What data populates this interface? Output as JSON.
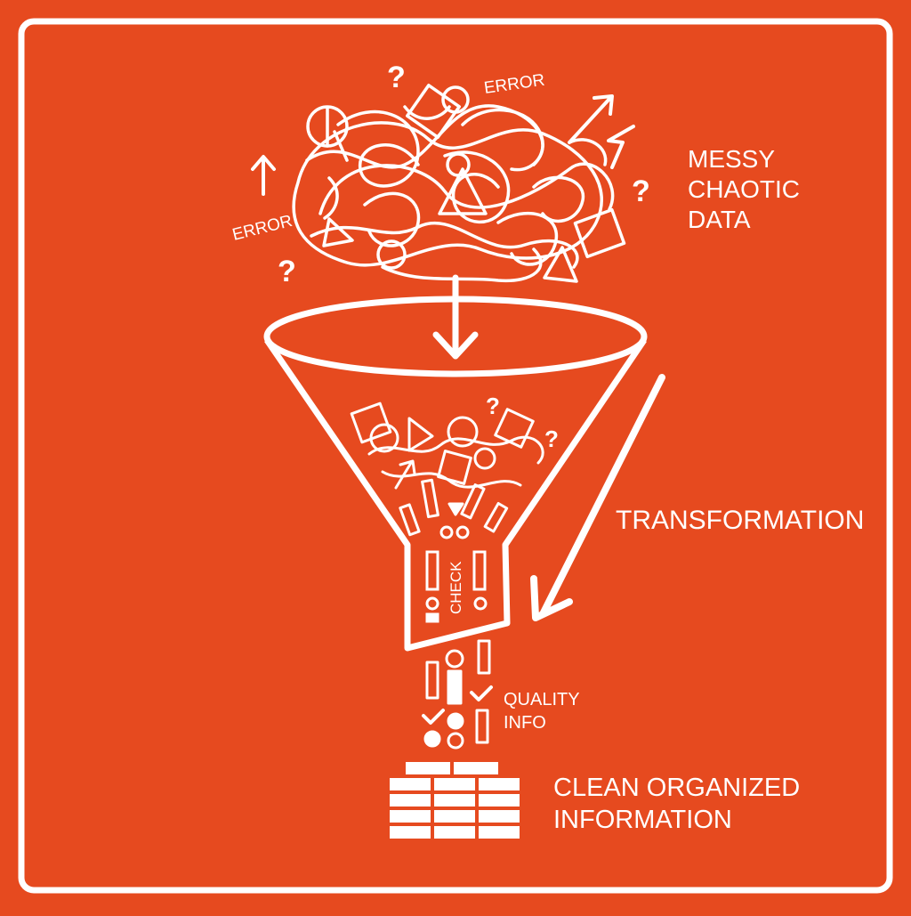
{
  "colors": {
    "background": "#e64a1f",
    "line": "#ffffff"
  },
  "labels": {
    "error_top": "ERROR",
    "error_left": "ERROR",
    "question_mark": "?",
    "messy_line1": "MESSY",
    "messy_line2": "CHAOTIC",
    "messy_line3": "DATA",
    "transformation": "TRANSFORMATION",
    "check": "CHECK",
    "quality_line1": "QUALITY",
    "quality_line2": "INFO",
    "clean_line1": "CLEAN ORGANIZED",
    "clean_line2": "INFORMATION"
  },
  "icons": [
    "tangle-icon",
    "arrow-down-icon",
    "funnel-icon",
    "diagonal-arrow-icon",
    "checkmark-icon",
    "stacked-blocks-icon"
  ]
}
